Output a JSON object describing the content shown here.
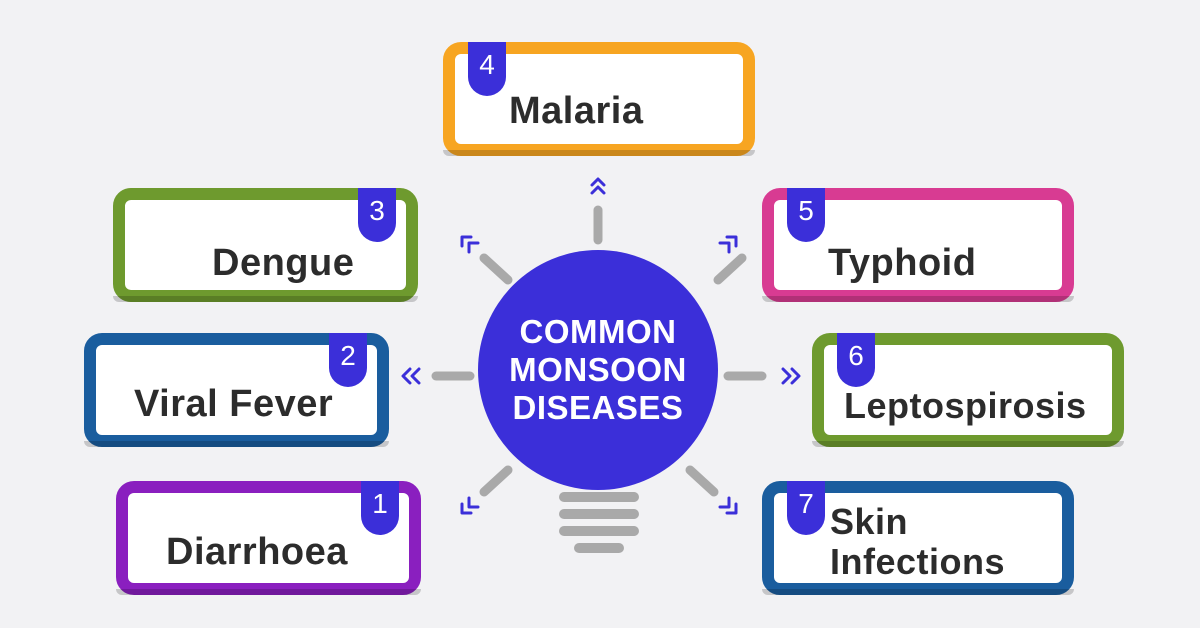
{
  "center": {
    "line1": "COMMON",
    "line2": "MONSOON",
    "line3": "DISEASES"
  },
  "colors": {
    "bulb": "#3b2fd9",
    "malaria": "#f7a521",
    "dengue": "#6e9a2e",
    "viral_fever": "#1a5d9e",
    "diarrhoea": "#8a1fbf",
    "typhoid": "#d83b92",
    "leptospirosis": "#6e9a2e",
    "skin_infections": "#1a5d9e"
  },
  "diseases": [
    {
      "number": "1",
      "name": "Diarrhoea"
    },
    {
      "number": "2",
      "name": "Viral Fever"
    },
    {
      "number": "3",
      "name": "Dengue"
    },
    {
      "number": "4",
      "name": "Malaria"
    },
    {
      "number": "5",
      "name": "Typhoid"
    },
    {
      "number": "6",
      "name": "Leptospirosis"
    },
    {
      "number": "7",
      "name_line1": "Skin",
      "name_line2": "Infections"
    }
  ],
  "arrows": {
    "up": "⌃",
    "left": "«",
    "right": "»",
    "corner": "⌜"
  }
}
